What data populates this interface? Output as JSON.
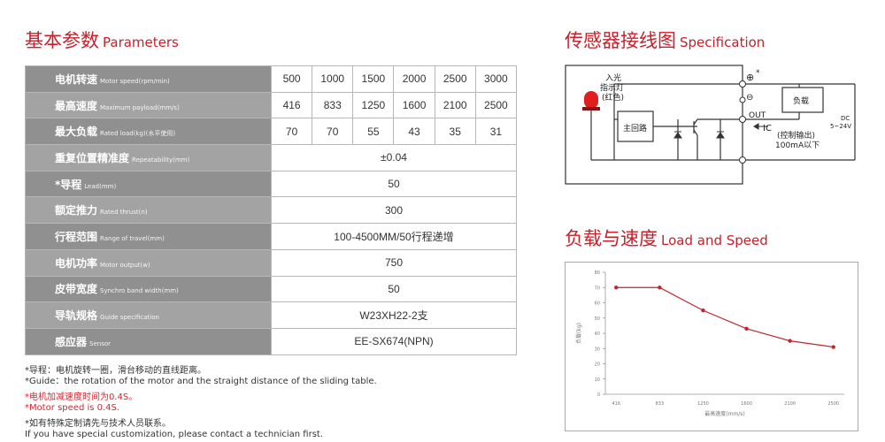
{
  "params": {
    "title_zh": "基本参数",
    "title_en": "Parameters",
    "rows": [
      {
        "label_zh": "电机转速",
        "label_en": "Motor speed(rpm/min)",
        "values": [
          "500",
          "1000",
          "1500",
          "2000",
          "2500",
          "3000"
        ]
      },
      {
        "label_zh": "最高速度",
        "label_en": "Maximum payload(mm/s)",
        "values": [
          "416",
          "833",
          "1250",
          "1600",
          "2100",
          "2500"
        ]
      },
      {
        "label_zh": "最大负载",
        "label_en": "Rated load(kg)(水平使用)",
        "values": [
          "70",
          "70",
          "55",
          "43",
          "35",
          "31"
        ]
      },
      {
        "label_zh": "重复位置精准度",
        "label_en": "Repeatability(mm)",
        "values": [
          "±0.04"
        ]
      },
      {
        "label_zh": "*导程",
        "label_en": "Lead(mm)",
        "values": [
          "50"
        ]
      },
      {
        "label_zh": "额定推力",
        "label_en": "Rated thrust(n)",
        "values": [
          "300"
        ]
      },
      {
        "label_zh": "行程范围",
        "label_en": "Range of travel(mm)",
        "values": [
          "100-4500MM/50行程递增"
        ]
      },
      {
        "label_zh": "电机功率",
        "label_en": "Motor output(w)",
        "values": [
          "750"
        ]
      },
      {
        "label_zh": "皮带宽度",
        "label_en": "Synchro band width(mm)",
        "values": [
          "50"
        ]
      },
      {
        "label_zh": "导轨规格",
        "label_en": "Guide specification",
        "values": [
          "W23XH22-2支"
        ]
      },
      {
        "label_zh": "感应器",
        "label_en": "Sensor",
        "values": [
          "EE-SX674(NPN)"
        ]
      }
    ]
  },
  "notes": {
    "lead_zh": "*导程：电机旋转一圈，滑台移动的直线距离。",
    "lead_en": "*Guide：the rotation of the motor and the straight distance of the sliding table.",
    "accel_zh": "*电机加减速度时间为0.4S。",
    "accel_en": "*Motor speed is 0.4S.",
    "custom_zh": "*如有特殊定制请先与技术人员联系。",
    "custom_en": "If you have special customization, please contact a technician first."
  },
  "wiring": {
    "title_zh": "传感器接线图",
    "title_en": "Specification",
    "indicator_label_1": "入光",
    "indicator_label_2": "指示灯",
    "indicator_label_3": "(红色)",
    "main_circuit": "主回路",
    "load": "负载",
    "out": "OUT",
    "ic": "IC",
    "control_output": "(控制输出)",
    "current_limit": "100mA以下",
    "dc": "DC",
    "voltage": "5~24V",
    "plus": "⊕",
    "minus": "⊖",
    "star": "*",
    "colors": {
      "led": "#e01e1e",
      "line": "#333333"
    }
  },
  "load_speed": {
    "title_zh": "负载与速度",
    "title_en": "Load and Speed"
  },
  "chart_data": {
    "type": "line",
    "categories": [
      "416",
      "833",
      "1250",
      "1600",
      "2100",
      "2500"
    ],
    "series": [
      {
        "values": [
          70,
          70,
          55,
          43,
          35,
          31
        ]
      }
    ],
    "xlabel": "最高速度(mm/s)",
    "ylabel": "负载(kg)",
    "ylim": [
      0,
      80
    ],
    "yticks": [
      0,
      10,
      20,
      30,
      40,
      50,
      60,
      70,
      80
    ],
    "grid": false,
    "color": "#c0262d"
  }
}
